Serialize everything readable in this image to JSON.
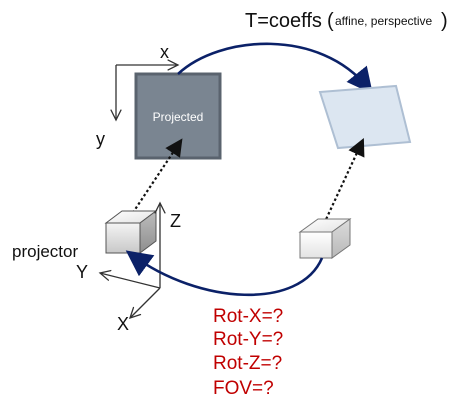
{
  "transform": {
    "label": "T=coeffs",
    "qualifier_open": "(",
    "qualifier": "affine, perspective",
    "qualifier_close": ")"
  },
  "image_plane": {
    "x_label": "x",
    "y_label": "y",
    "projected_label": "Projected"
  },
  "projector": {
    "label": "projector",
    "axes": {
      "z": "Z",
      "y": "Y",
      "x": "X"
    }
  },
  "unknowns": [
    "Rot-X=?",
    "Rot-Y=?",
    "Rot-Z=?",
    "FOV=?"
  ],
  "colors": {
    "arrow": "#0b2168",
    "projected_fill": "#7a8591",
    "projected_border": "#5a636e",
    "target_fill": "#dce6f1",
    "target_border": "#aebfd3",
    "unknowns_text": "#c00000",
    "axis": "#333333"
  }
}
